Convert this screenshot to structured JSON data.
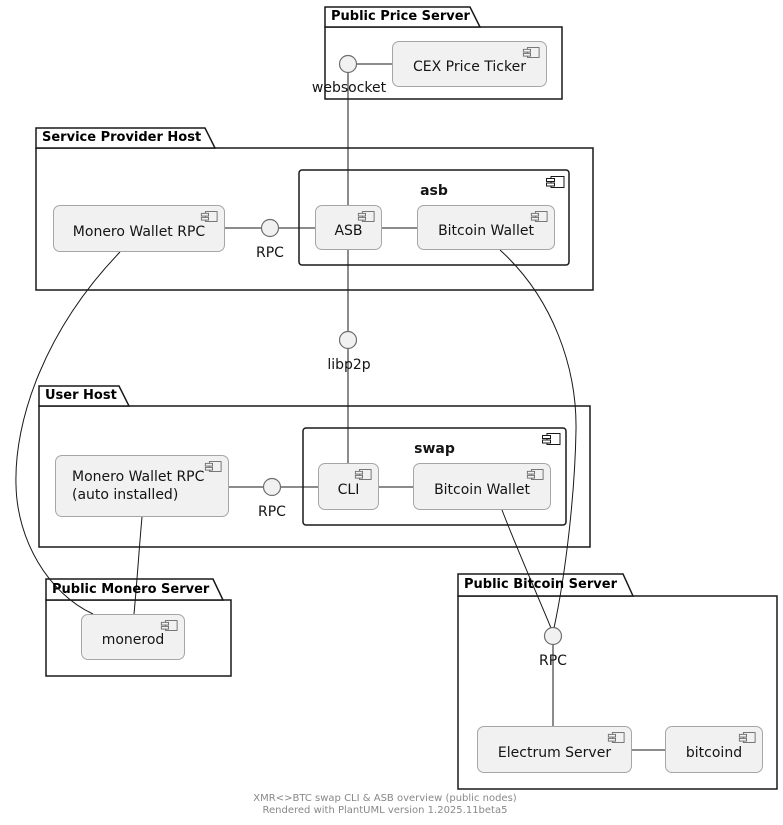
{
  "packages": {
    "price_server": "Public Price Server",
    "service_host": "Service Provider Host",
    "user_host": "User Host",
    "monero_server": "Public Monero Server",
    "bitcoin_server": "Public Bitcoin Server"
  },
  "containers": {
    "asb": "asb",
    "swap": "swap"
  },
  "components": {
    "cex_price_ticker": "CEX Price Ticker",
    "monero_wallet_rpc": "Monero Wallet RPC",
    "asb": "ASB",
    "bitcoin_wallet_asb": "Bitcoin Wallet",
    "monero_wallet_rpc_user_line1": "Monero Wallet RPC",
    "monero_wallet_rpc_user_line2": "(auto installed)",
    "cli": "CLI",
    "bitcoin_wallet_swap": "Bitcoin Wallet",
    "monerod": "monerod",
    "electrum_server": "Electrum Server",
    "bitcoind": "bitcoind"
  },
  "interfaces": {
    "websocket": "websocket",
    "rpc_service": "RPC",
    "libp2p": "libp2p",
    "rpc_user": "RPC",
    "rpc_bitcoin": "RPC"
  },
  "footer": {
    "line1": "XMR<>BTC swap CLI & ASB overview (public nodes)",
    "line2": "Rendered with PlantUML version 1.2025.11beta5"
  },
  "colors": {
    "package_border": "#181818",
    "component_fill": "#F1F1F1",
    "component_border": "#A6A6A6",
    "line": "#181818",
    "interface_fill": "#F1F1F1",
    "interface_border": "#6E6E6E",
    "footer_text": "#888888"
  }
}
